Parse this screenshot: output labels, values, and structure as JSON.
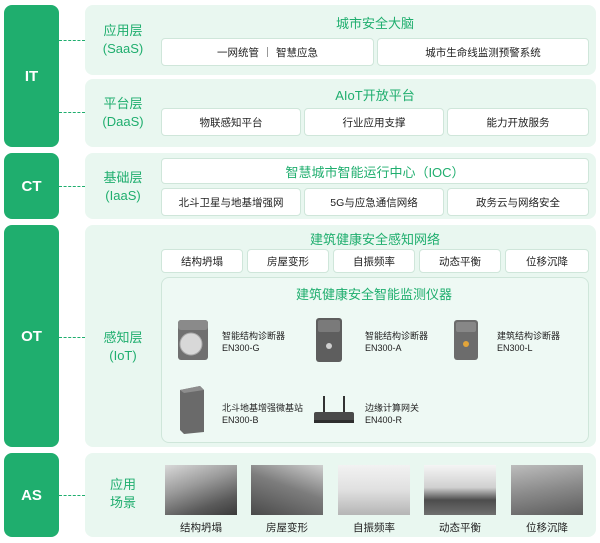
{
  "sides": {
    "it": "IT",
    "ct": "CT",
    "ot": "OT",
    "as": "AS"
  },
  "saas": {
    "label": "应用层\n(SaaS)",
    "title": "城市安全大脑",
    "item1a": "一网统管",
    "item1b": "智慧应急",
    "item2": "城市生命线监测预警系统"
  },
  "daas": {
    "label": "平台层\n(DaaS)",
    "title": "AIoT开放平台",
    "items": [
      "物联感知平台",
      "行业应用支撑",
      "能力开放服务"
    ]
  },
  "iaas": {
    "label": "基础层\n(IaaS)",
    "title": "智慧城市智能运行中心（IOC）",
    "items": [
      "北斗卫星与地基增强网",
      "5G与应急通信网络",
      "政务云与网络安全"
    ]
  },
  "iot": {
    "label": "感知层\n(IoT)",
    "title": "建筑健康安全感知网络",
    "tags": [
      "结构坍塌",
      "房屋变形",
      "自振频率",
      "动态平衡",
      "位移沉降"
    ],
    "subtitle": "建筑健康安全智能监测仪器",
    "devices": [
      {
        "name": "智能结构诊断器",
        "model": "EN300-G"
      },
      {
        "name": "智能结构诊断器",
        "model": "EN300-A"
      },
      {
        "name": "建筑结构诊断器",
        "model": "EN300-L"
      },
      {
        "name": "北斗地基增强微基站",
        "model": "EN300-B"
      },
      {
        "name": "边缘计算网关",
        "model": "EN400-R"
      }
    ]
  },
  "scenes": {
    "label": "应用\n场景",
    "items": [
      "结构坍塌",
      "房屋变形",
      "自振频率",
      "动态平衡",
      "位移沉降"
    ]
  }
}
